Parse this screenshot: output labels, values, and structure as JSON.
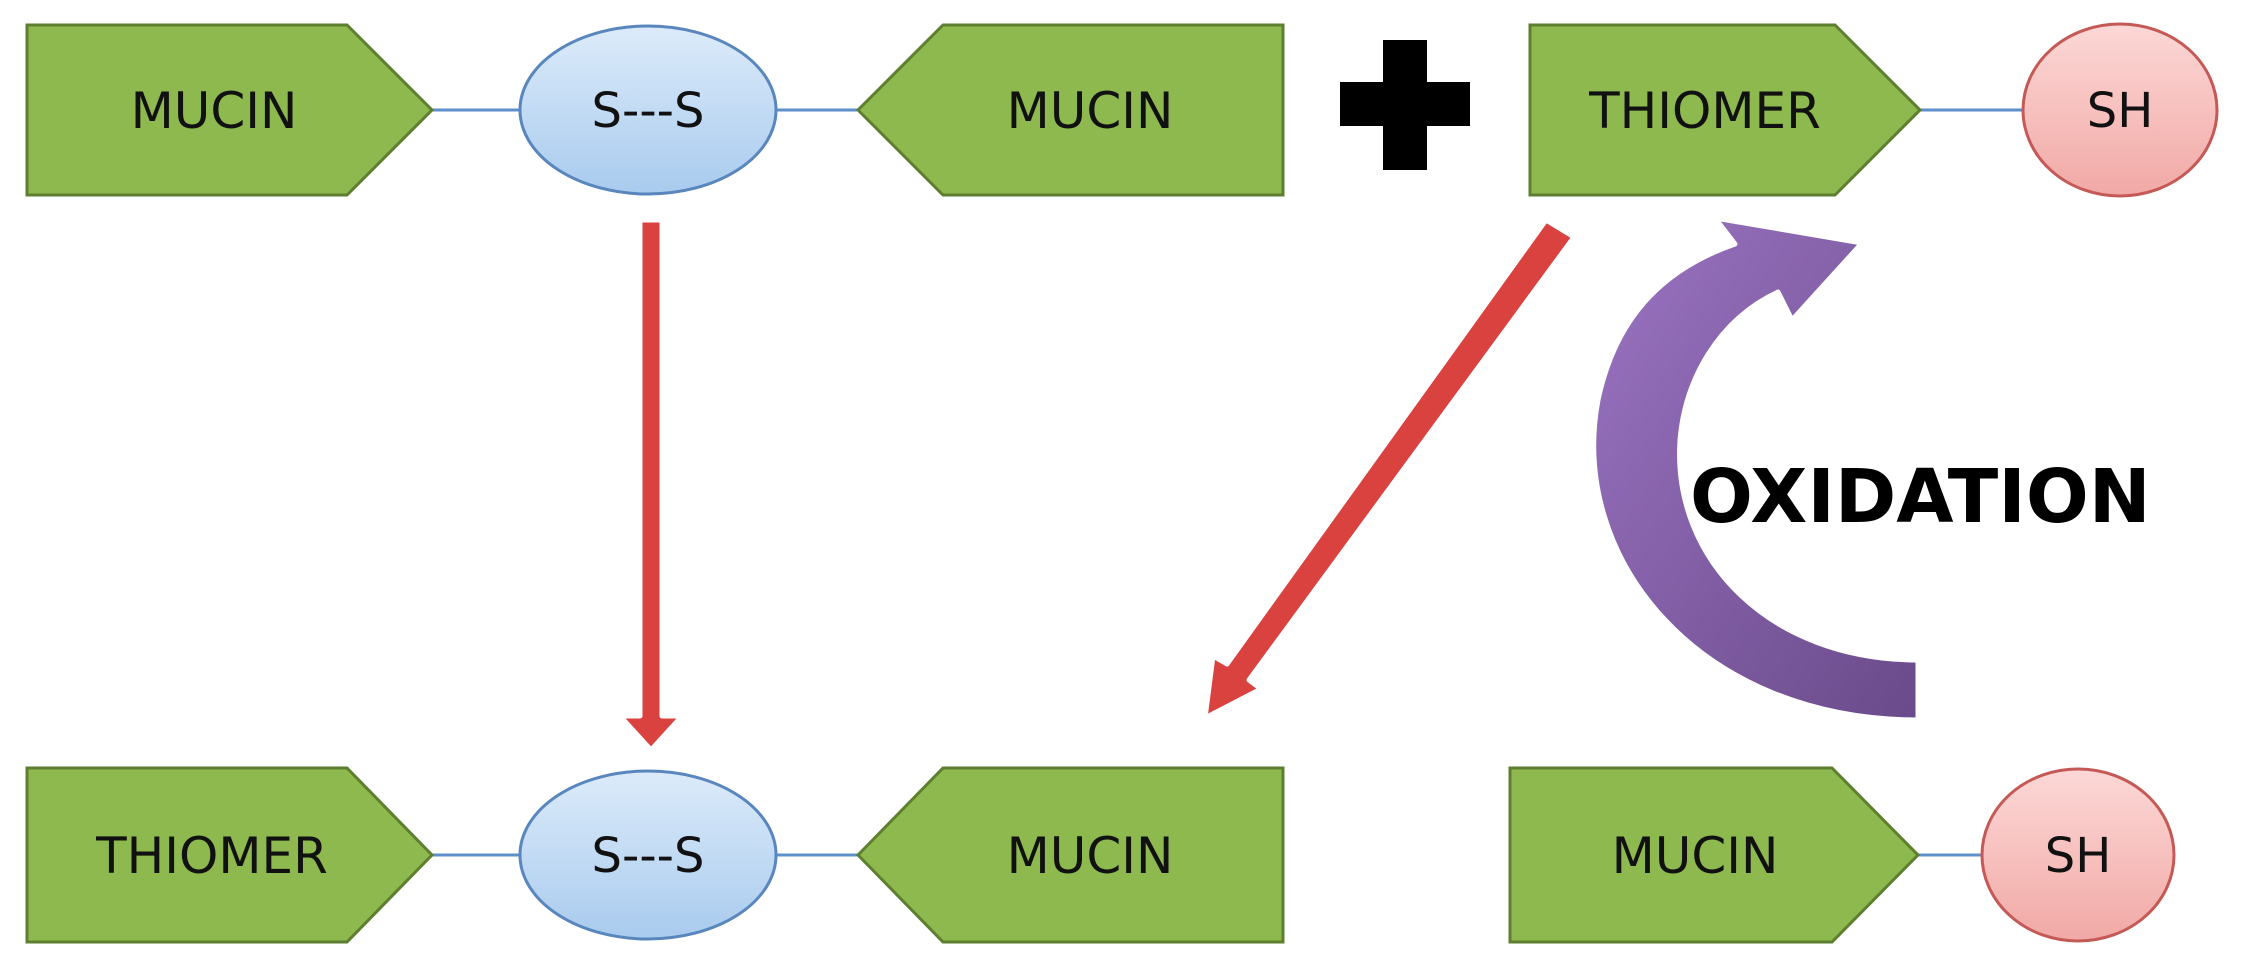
{
  "colors": {
    "box_fill": "#8DB94E",
    "box_stroke": "#5E7F30",
    "ss_fill": "#B9D6F2",
    "ss_stroke": "#5A86BE",
    "sh_fill": "#F4B7B5",
    "sh_stroke": "#C45956",
    "connector": "#5E8FCA",
    "red_arrow": "#D9423F",
    "oxidation_arrow": "#7E5A9E",
    "plus": "#000000"
  },
  "top_row": {
    "left_box": "MUCIN",
    "bond": "S---S",
    "right_box": "MUCIN",
    "thiomer_box": "THIOMER",
    "thiol": "SH"
  },
  "bottom_row": {
    "left_box": "THIOMER",
    "bond": "S---S",
    "right_box": "MUCIN",
    "mucin_box": "MUCIN",
    "thiol": "SH"
  },
  "reaction_label": "OXIDATION",
  "icons": {
    "plus": "plus-icon",
    "arrows": [
      "down-arrow-icon",
      "diagonal-arrow-icon",
      "curved-arrow-icon"
    ]
  }
}
